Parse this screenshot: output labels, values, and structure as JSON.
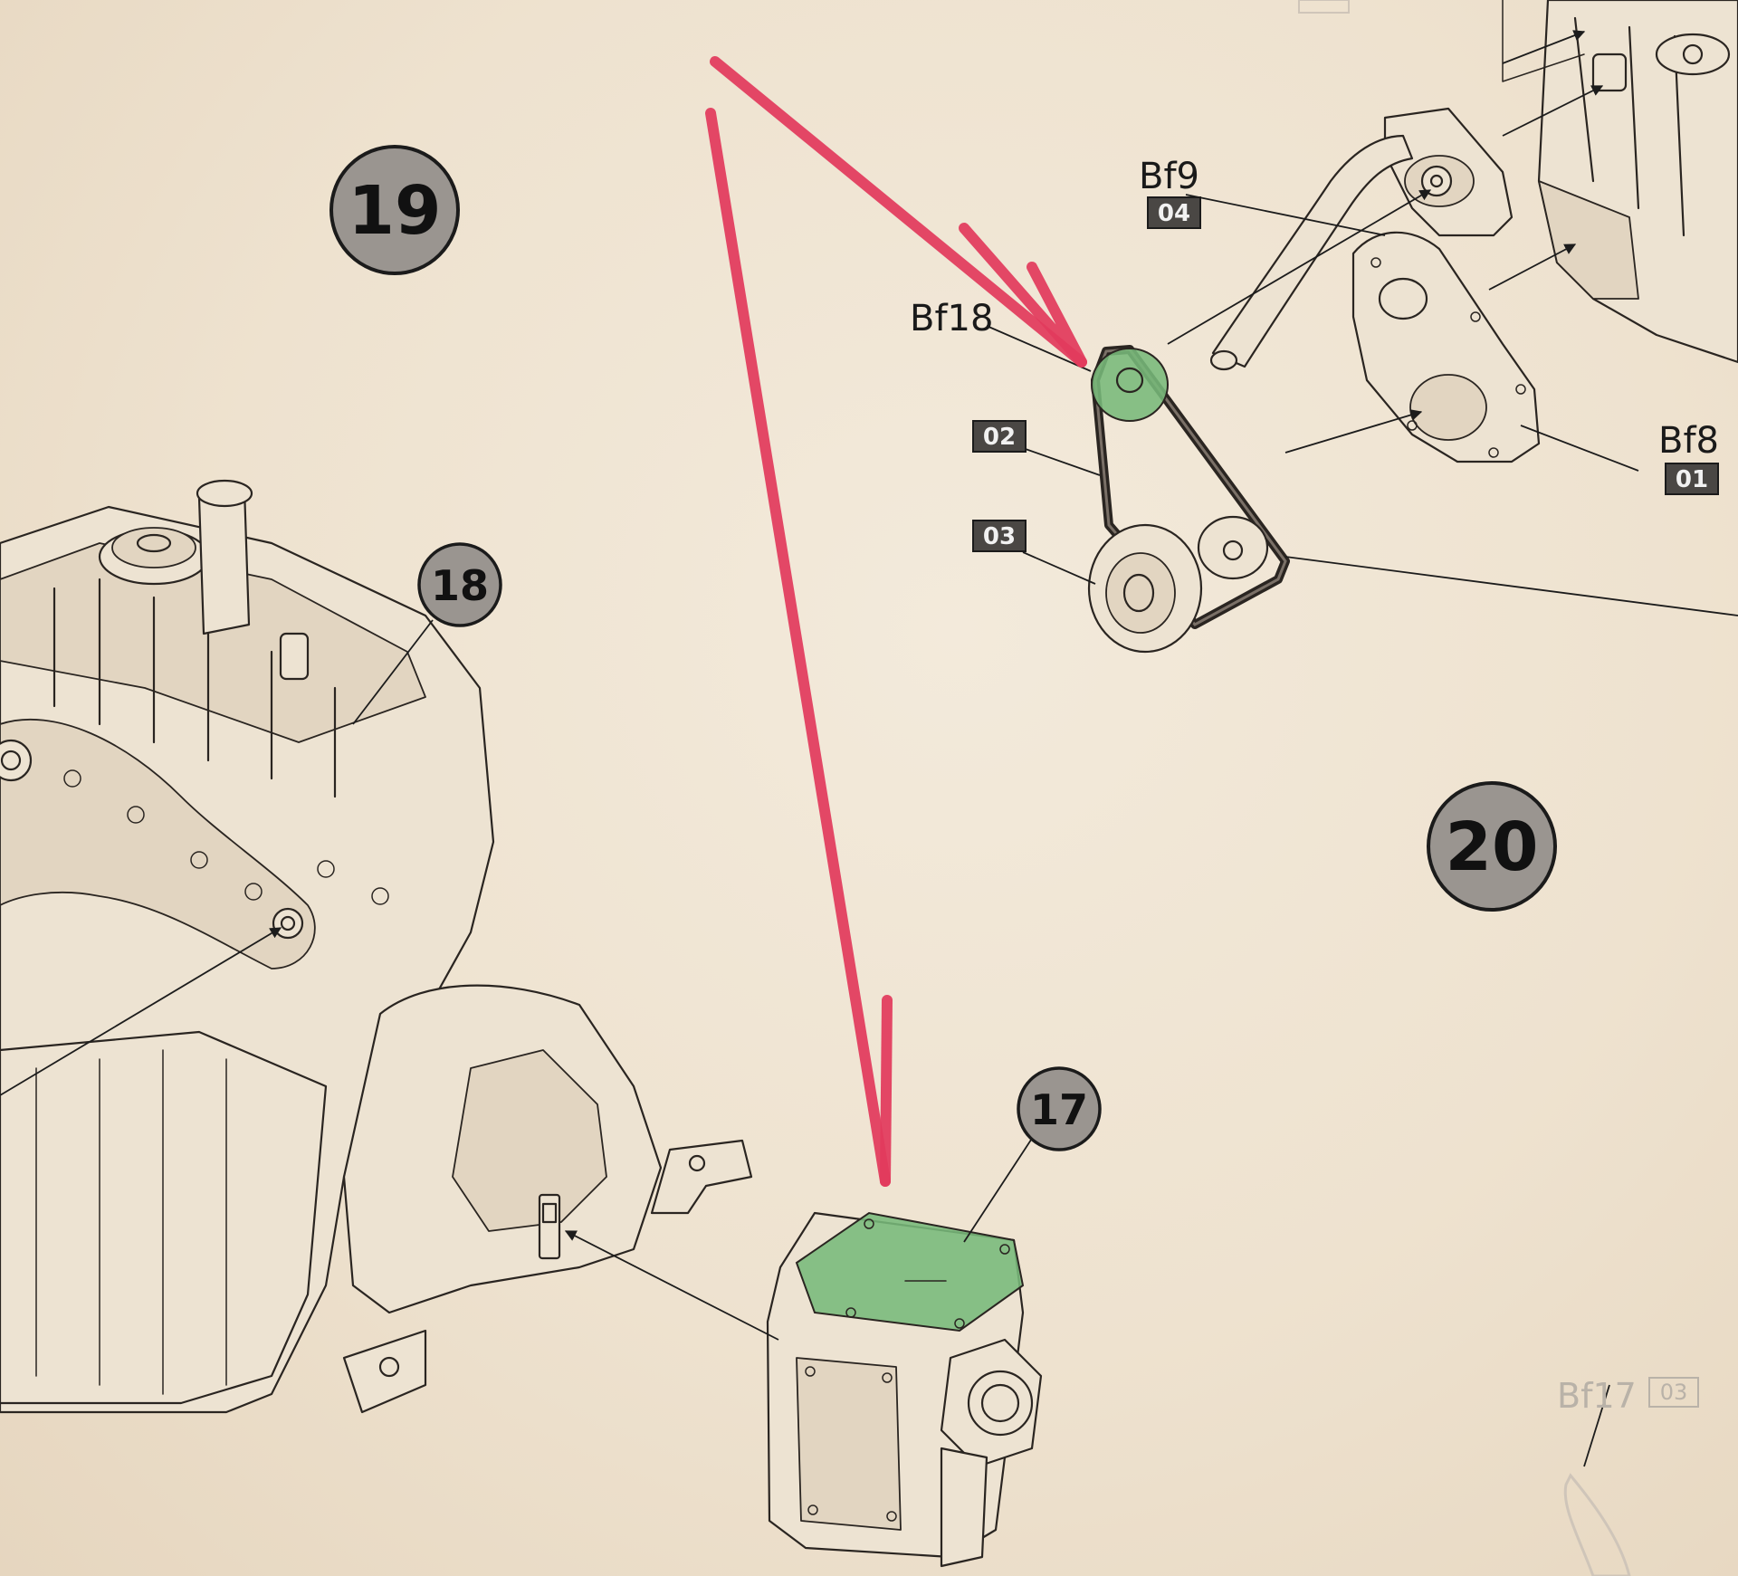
{
  "step_badges": {
    "step_19": "19",
    "step_20": "20",
    "step_17": "17",
    "step_18": "18"
  },
  "part_labels": {
    "bf18": "Bf18",
    "bf9": "Bf9",
    "bf9_code": "04",
    "bf8": "Bf8",
    "bf8_code": "01",
    "code_02": "02",
    "code_03": "03",
    "bf17": "Bf17",
    "bf17_code": "03"
  },
  "colors": {
    "paper": "#efe4d3",
    "badge_fill": "#9a9590",
    "code_box_fill": "#4a4744",
    "highlight_green": "#77b97a",
    "annotation_red": "#e23a5c",
    "line_art": "#2a2521"
  }
}
